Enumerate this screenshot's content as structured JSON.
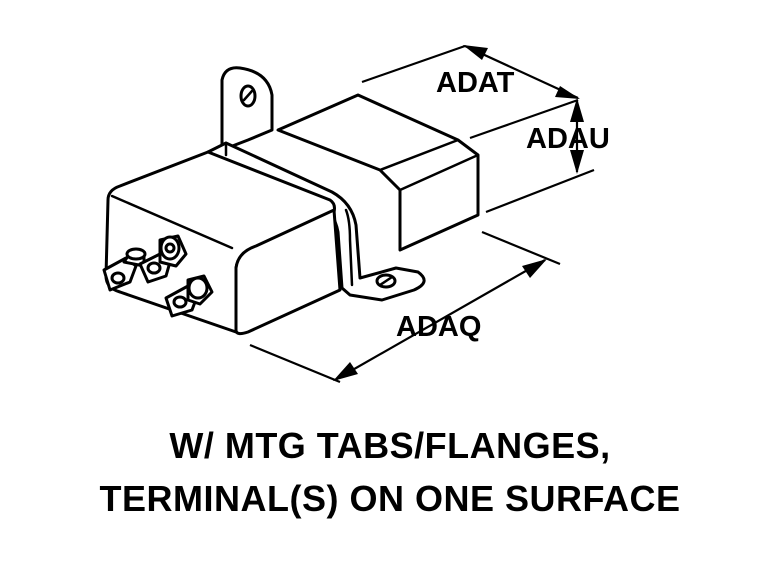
{
  "dimensions": {
    "depth_label": "ADAT",
    "height_label": "ADAU",
    "length_label": "ADAQ"
  },
  "caption": {
    "line1": "W/ MTG TABS/FLANGES,",
    "line2": "TERMINAL(S) ON ONE SURFACE"
  },
  "icons": [
    "mounting-tab-icon",
    "terminal-icon",
    "dimension-arrow-icon"
  ]
}
